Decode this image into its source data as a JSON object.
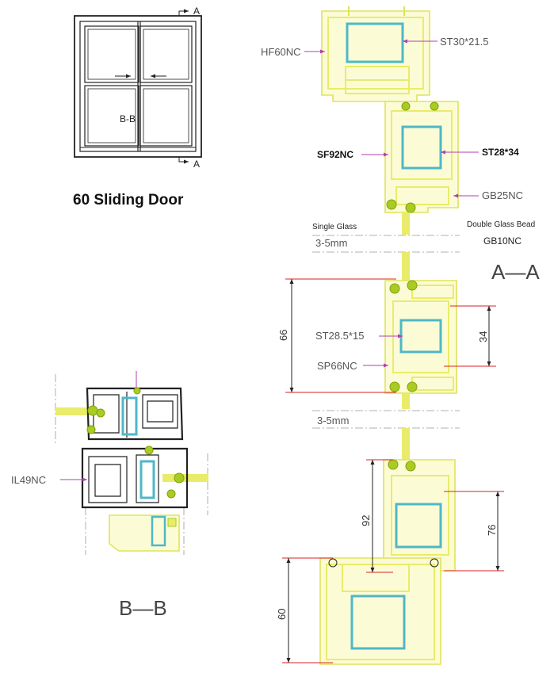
{
  "title": "60 Sliding Door",
  "section_labels": {
    "aa_top": "A",
    "aa_bottom": "A",
    "bb_tag": "B-B",
    "aa_view": "A—A",
    "bb_view": "B—B"
  },
  "parts": {
    "hf60nc": "HF60NC",
    "st30": "ST30*21.5",
    "sf92nc": "SF92NC",
    "st28_34": "ST28*34",
    "gb25nc": "GB25NC",
    "single_glass": "Single Glass",
    "double_glass_bead": "Double Glass Bead",
    "gb10nc": "GB10NC",
    "glass_top": "3-5mm",
    "st28_5": "ST28.5*15",
    "sp66nc": "SP66NC",
    "glass_mid": "3-5mm",
    "il49nc": "IL49NC"
  },
  "dimensions": {
    "d66": "66",
    "d34": "34",
    "d92": "92",
    "d76": "76",
    "d60": "60"
  },
  "colors": {
    "profile": "#e9ec6a",
    "steel": "#4fb7c7",
    "gasket": "#aacc22",
    "leader": "#b13fb1",
    "dimension": "#d22222"
  }
}
